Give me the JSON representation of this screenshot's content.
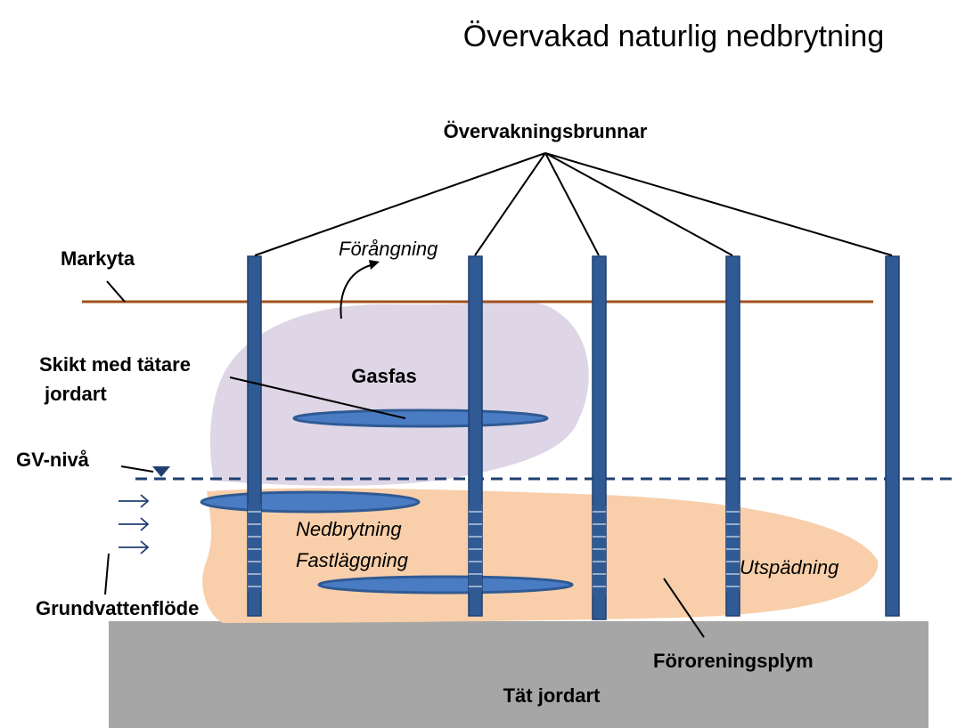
{
  "title": "Övervakad naturlig nedbrytning",
  "labels": {
    "wells": "Övervakningsbrunnar",
    "ground_surface": "Markyta",
    "evaporation": "Förångning",
    "denser_layer_line1": "Skikt med tätare",
    "denser_layer_line2": "jordart",
    "gas_phase": "Gasfas",
    "water_table": "GV-nivå",
    "degradation": "Nedbrytning",
    "sorption": "Fastläggning",
    "dilution": "Utspädning",
    "groundwater_flow": "Grundvattenflöde",
    "plume": "Föroreningsplym",
    "dense_soil": "Tät jordart"
  },
  "colors": {
    "well": "#2f5a94",
    "lens": "#4a7cc4",
    "gas": "#ded6e6",
    "plume": "#f8cfaa",
    "bedrock": "#a6a6a6",
    "ground_line": "#a0501e",
    "water_line": "#1f3f70"
  }
}
